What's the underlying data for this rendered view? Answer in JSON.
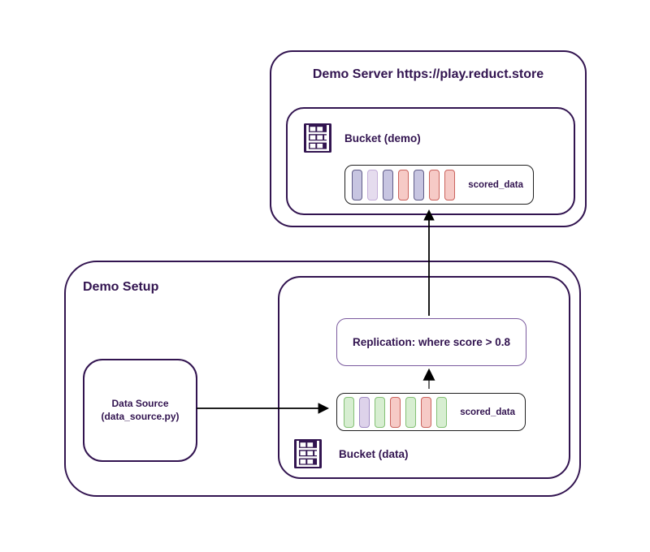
{
  "colors": {
    "outline": "#321450",
    "text": "#321450",
    "replication_border": "#7a5a9e",
    "entry_border": "#1f1f1f",
    "arrow": "#000000",
    "connector_gray": "#6e6e6e"
  },
  "server": {
    "title": "Demo Server https://play.reduct.store",
    "bucket": {
      "label": "Bucket (demo)",
      "icon": "storage-shelf-icon",
      "entry": {
        "label": "scored_data",
        "records": [
          "periwinkle",
          "lilac",
          "periwinkle",
          "pink",
          "periwinkle",
          "pink",
          "pink"
        ]
      }
    }
  },
  "setup": {
    "title": "Demo Setup",
    "data_source": {
      "line1": "Data Source",
      "line2": "(data_source.py)"
    },
    "bucket": {
      "label": "Bucket (data)",
      "icon": "storage-shelf-icon",
      "replication": {
        "label": "Replication: where score > 0.8"
      },
      "entry": {
        "label": "scored_data",
        "records": [
          "green",
          "lavender",
          "green",
          "pink",
          "green",
          "pink",
          "green"
        ]
      }
    }
  },
  "record_colors": {
    "periwinkle": {
      "fill": "#c7c5e1",
      "stroke": "#605c88"
    },
    "lilac": {
      "fill": "#e5dcee",
      "stroke": "#c3aed8"
    },
    "lavender": {
      "fill": "#ddd2ea",
      "stroke": "#a18bc4"
    },
    "pink": {
      "fill": "#f6cac6",
      "stroke": "#ca635d"
    },
    "green": {
      "fill": "#d7eed1",
      "stroke": "#83c074"
    }
  }
}
